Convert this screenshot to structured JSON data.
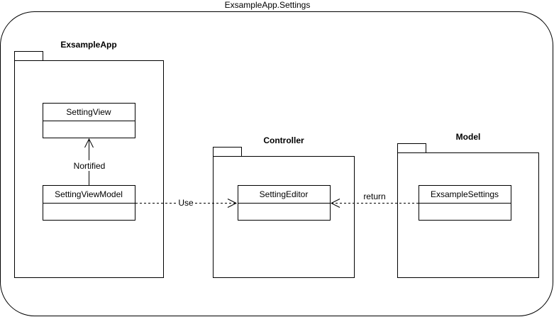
{
  "diagram": {
    "title": "ExsampleApp.Settings",
    "packages": {
      "app": {
        "name": "ExsampleApp",
        "classes": {
          "view": "SettingView",
          "viewmodel": "SettingViewModel"
        }
      },
      "controller": {
        "name": "Controller",
        "classes": {
          "editor": "SettingEditor"
        }
      },
      "model": {
        "name": "Model",
        "classes": {
          "settings": "ExsampleSettings"
        }
      }
    },
    "relations": {
      "notified": "Nortified",
      "use": "Use",
      "return": "return"
    }
  }
}
